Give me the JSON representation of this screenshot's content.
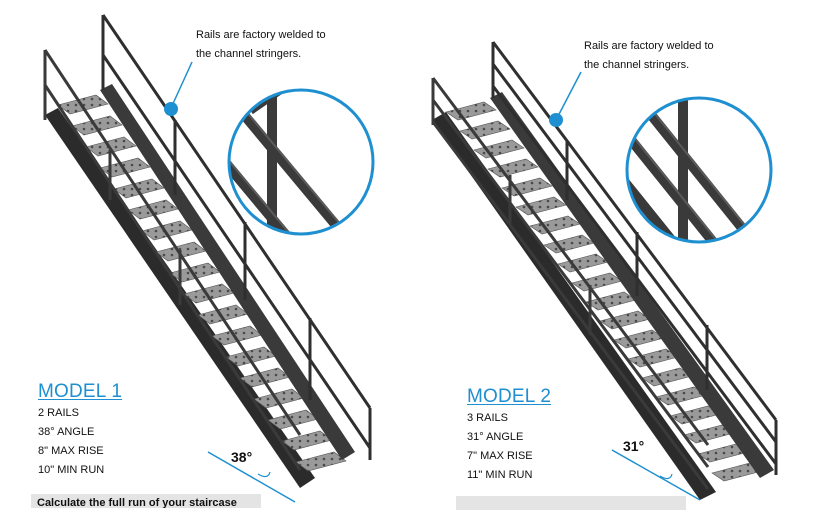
{
  "model1": {
    "title": "MODEL 1",
    "specs": [
      "2 RAILS",
      "38° ANGLE",
      "8\" MAX RISE",
      "10\" MIN RUN"
    ],
    "angle_label": "38°",
    "callout": [
      "Rails are factory welded to",
      "the channel stringers."
    ]
  },
  "model2": {
    "title": "MODEL 2",
    "specs": [
      "3 RAILS",
      "31° ANGLE",
      "7\" MAX RISE",
      "11\" MIN RUN"
    ],
    "angle_label": "31°",
    "callout": [
      "Rails are factory welded to",
      "the channel stringers."
    ]
  },
  "note": "Calculate the full run of your staircase",
  "colors": {
    "accent": "#1e8fd0",
    "steel": "#3a3a3a",
    "tread": "#8d8d8d",
    "note_bg": "#e4e4e4"
  }
}
